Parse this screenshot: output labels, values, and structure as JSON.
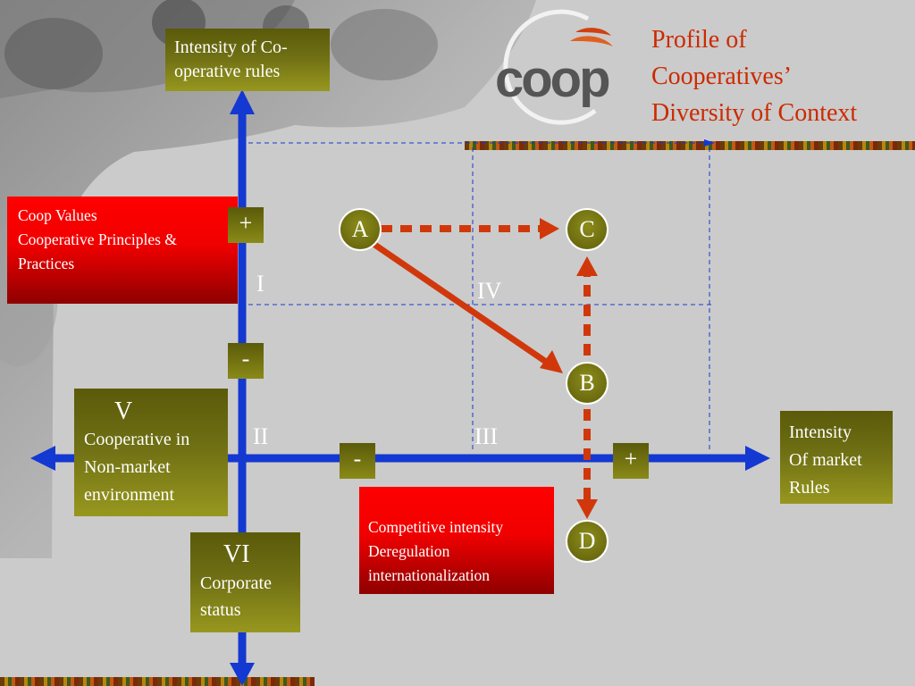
{
  "title": {
    "line1": "Profile of",
    "line2": "Cooperatives’",
    "line3": "Diversity of Context"
  },
  "logo": {
    "text": "coop"
  },
  "y_axis_label": {
    "line1": "Intensity of Co-",
    "line2": "operative rules"
  },
  "x_axis_label": {
    "line1": "Intensity",
    "line2": "Of market",
    "line3": "Rules"
  },
  "coop_values_box": {
    "line1": "Coop Values",
    "line2": "Cooperative Principles &",
    "line3": "Practices"
  },
  "competitive_box": {
    "line1": "Competitive intensity",
    "line2": "Deregulation",
    "line3": "internationalization"
  },
  "quadrant_v_box": {
    "numeral": "V",
    "line1": "Cooperative in",
    "line2": "Non-market",
    "line3": "environment"
  },
  "quadrant_vi_box": {
    "numeral": "VI",
    "line1": "Corporate",
    "line2": "status"
  },
  "signs": {
    "y_plus": "+",
    "y_minus": "-",
    "x_minus": "-",
    "x_plus": "+"
  },
  "quadrants": {
    "q1": "I",
    "q2": "II",
    "q3": "III",
    "q4": "IV"
  },
  "nodes": {
    "a": "A",
    "b": "B",
    "c": "C",
    "d": "D"
  },
  "colors": {
    "axis": "#1438d2",
    "arrow": "#d0380c",
    "title": "#cc2a00",
    "olive": "#6f6f14",
    "red": "#ff0000"
  }
}
